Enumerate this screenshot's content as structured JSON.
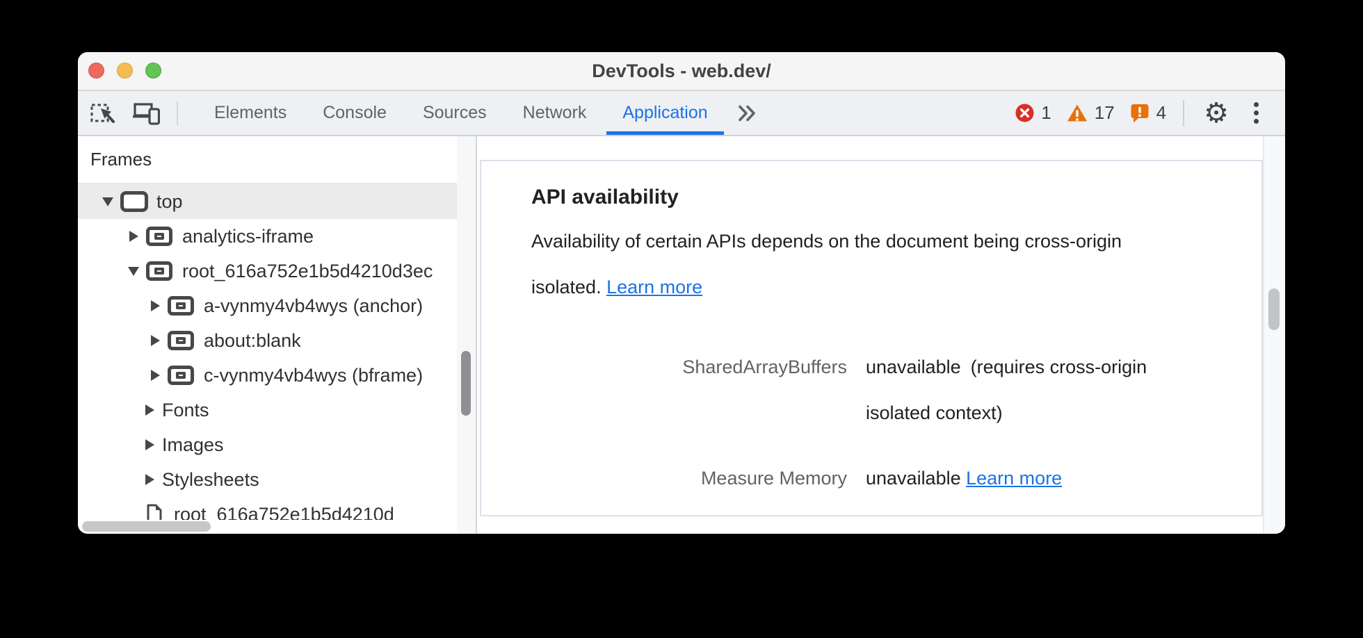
{
  "window": {
    "title": "DevTools - web.dev/"
  },
  "toolbar": {
    "tabs": [
      {
        "label": "Elements",
        "active": false
      },
      {
        "label": "Console",
        "active": false
      },
      {
        "label": "Sources",
        "active": false
      },
      {
        "label": "Network",
        "active": false
      },
      {
        "label": "Application",
        "active": true
      }
    ],
    "errors_count": "1",
    "warnings_count": "17",
    "issues_count": "4"
  },
  "colors": {
    "accent": "#1a73e8",
    "error": "#d93025",
    "warning": "#e8710a"
  },
  "sidebar": {
    "header": "Frames",
    "tree": [
      {
        "label": "top",
        "level": "l1",
        "icon": "frame",
        "arrow": "down",
        "selected": true
      },
      {
        "label": "analytics-iframe",
        "level": "l2",
        "icon": "iframe",
        "arrow": "right",
        "selected": false
      },
      {
        "label": "root_616a752e1b5d4210d3ec",
        "level": "l2",
        "icon": "iframe",
        "arrow": "down",
        "selected": false
      },
      {
        "label": "a-vynmy4vb4wys (anchor)",
        "level": "l3",
        "icon": "iframe",
        "arrow": "right",
        "selected": false
      },
      {
        "label": "about:blank",
        "level": "l3",
        "icon": "iframe",
        "arrow": "right",
        "selected": false
      },
      {
        "label": "c-vynmy4vb4wys (bframe)",
        "level": "l3",
        "icon": "iframe",
        "arrow": "right",
        "selected": false
      },
      {
        "label": "Fonts",
        "level": "cat",
        "icon": "none",
        "arrow": "right",
        "selected": false
      },
      {
        "label": "Images",
        "level": "cat",
        "icon": "none",
        "arrow": "right",
        "selected": false
      },
      {
        "label": "Stylesheets",
        "level": "cat",
        "icon": "none",
        "arrow": "right",
        "selected": false
      },
      {
        "label": "root_616a752e1b5d4210d",
        "level": "doc",
        "icon": "doc",
        "arrow": "none",
        "selected": false
      }
    ]
  },
  "main": {
    "section": {
      "title": "API availability",
      "description_lines": [
        "Availability of certain APIs depends on the document being cross-origin",
        "isolated."
      ],
      "learn_more": "Learn more",
      "entries": [
        {
          "label": "SharedArrayBuffers",
          "value": "unavailable",
          "note_lines": [
            "(requires cross-origin",
            "isolated context)"
          ],
          "link": ""
        },
        {
          "label": "Measure Memory",
          "value": "unavailable",
          "note_lines": [],
          "link": "Learn more"
        }
      ]
    }
  }
}
